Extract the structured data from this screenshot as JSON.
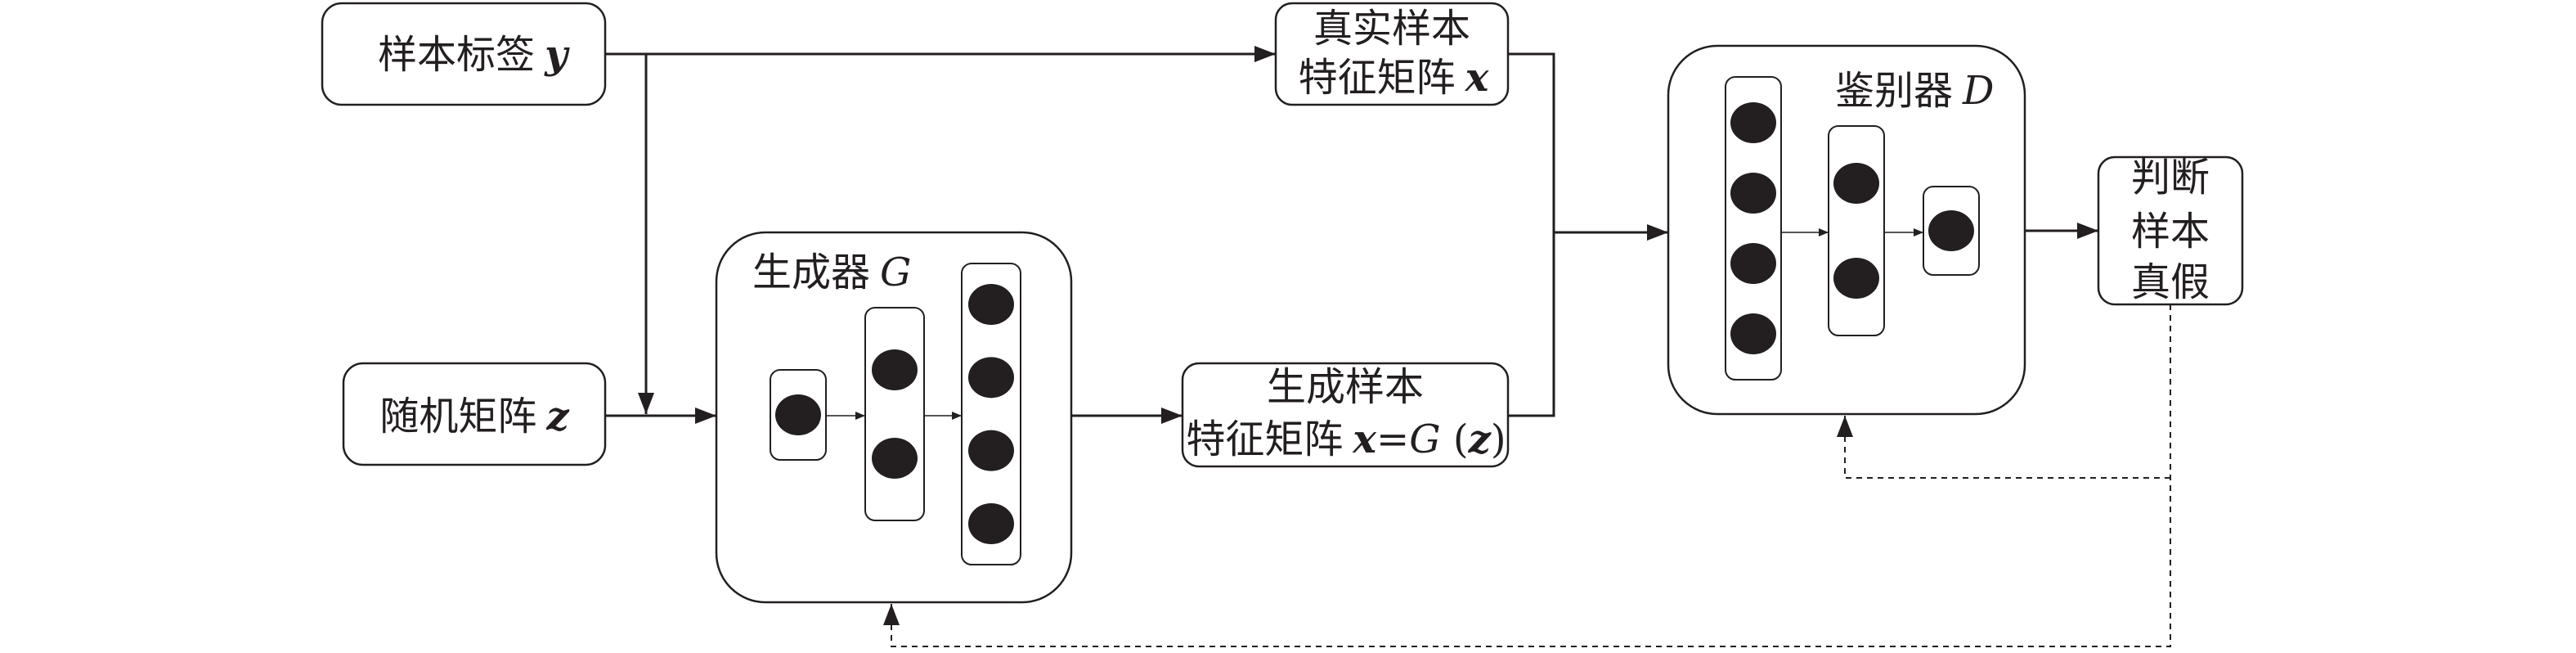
{
  "diagram": {
    "sample_label": {
      "text": "样本标签",
      "var": "y"
    },
    "random_matrix": {
      "text": "随机矩阵",
      "var": "z"
    },
    "real_sample": {
      "line1": "真实样本",
      "line2": "特征矩阵",
      "var": "x"
    },
    "generator": {
      "text": "生成器",
      "var": "G",
      "layers": [
        1,
        2,
        4
      ]
    },
    "generated_sample": {
      "line1": "生成样本",
      "line2": "特征矩阵",
      "var": "x",
      "eq": "=G",
      "open": " (",
      "arg": "z",
      "close": ")"
    },
    "discriminator": {
      "text": "鉴别器",
      "var": "D",
      "layers": [
        4,
        2,
        1
      ]
    },
    "judgement": {
      "lines": [
        "判断",
        "样本",
        "真假"
      ]
    }
  },
  "colors": {
    "ink": "#231f20",
    "paper": "#ffffff"
  }
}
